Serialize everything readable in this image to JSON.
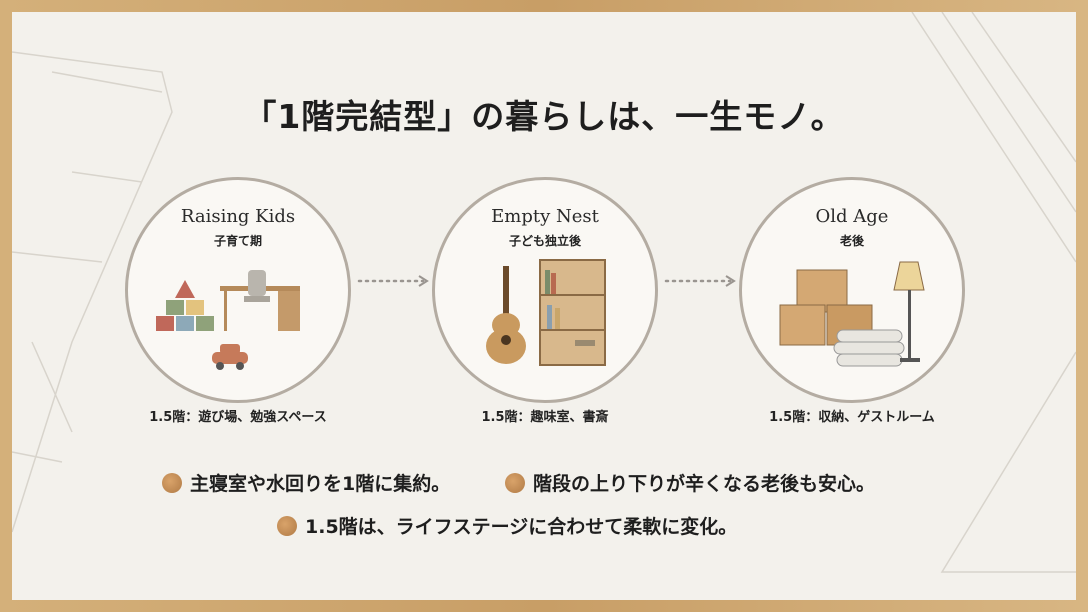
{
  "title": "「1階完結型」の暮らしは、一生モノ。",
  "stages": [
    {
      "en": "Raising Kids",
      "jp": "子育て期",
      "caption": "1.5階：遊び場、勉強スペース"
    },
    {
      "en": "Empty Nest",
      "jp": "子ども独立後",
      "caption": "1.5階：趣味室、書斎"
    },
    {
      "en": "Old Age",
      "jp": "老後",
      "caption": "1.5階：収納、ゲストルーム"
    }
  ],
  "bullets": [
    "主寝室や水回りを1階に集約。",
    "階段の上り下りが辛くなる老後も安心。",
    "1.5階は、ライフステージに合わせて柔軟に変化。"
  ]
}
